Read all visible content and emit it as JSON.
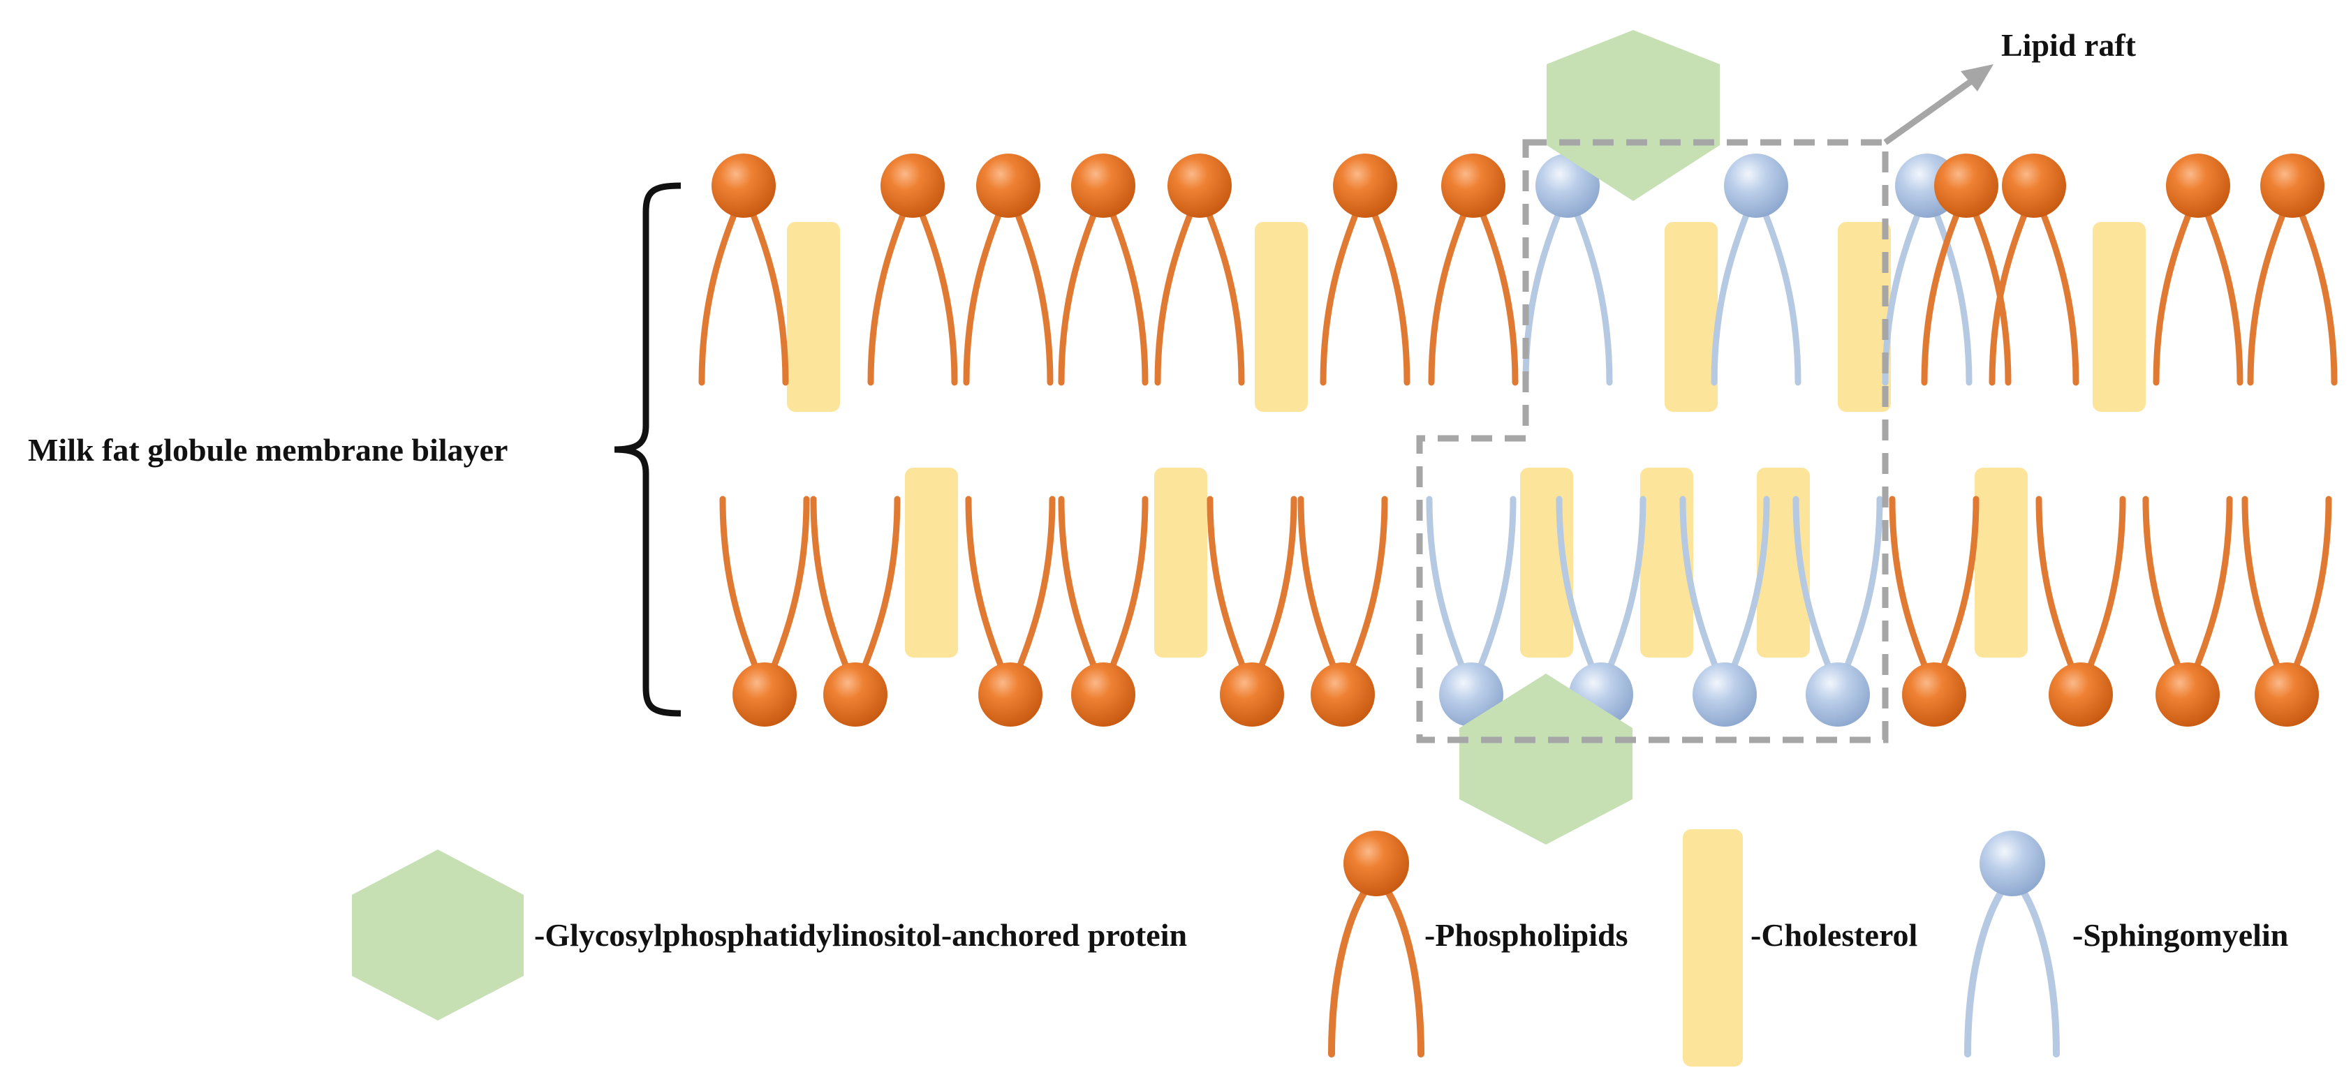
{
  "diagram": {
    "bilayer_label": "Milk fat globule membrane bilayer",
    "raft_label": "Lipid raft",
    "legend": {
      "gpi_protein": "-Glycosylphosphatidylinositol-anchored protein",
      "phospholipids": "-Phospholipids",
      "cholesterol": "-Cholesterol",
      "sphingomyelin": "-Sphingomyelin"
    }
  },
  "colors": {
    "phospholipid": "#e8782a",
    "phospholipid_tail": "#e07a33",
    "sphingomyelin": "#b9cce6",
    "sphingomyelin_tail": "#b6c9e3",
    "cholesterol": "#fce49b",
    "gpi_protein": "#c6e0b4",
    "raft_border": "#a6a6a6",
    "bracket": "#111111"
  },
  "components": {
    "upper_leaflet": [
      "phospholipid",
      "cholesterol",
      "phospholipid",
      "phospholipid",
      "phospholipid",
      "phospholipid",
      "cholesterol",
      "phospholipid",
      "phospholipid",
      "sphingomyelin",
      "cholesterol",
      "sphingomyelin",
      "cholesterol",
      "sphingomyelin",
      "phospholipid",
      "phospholipid",
      "cholesterol",
      "phospholipid",
      "phospholipid"
    ],
    "lower_leaflet": [
      "phospholipid",
      "phospholipid",
      "cholesterol",
      "phospholipid",
      "phospholipid",
      "cholesterol",
      "phospholipid",
      "phospholipid",
      "sphingomyelin",
      "cholesterol",
      "sphingomyelin",
      "cholesterol",
      "sphingomyelin",
      "cholesterol",
      "sphingomyelin",
      "phospholipid",
      "cholesterol",
      "phospholipid",
      "phospholipid",
      "phospholipid"
    ]
  }
}
